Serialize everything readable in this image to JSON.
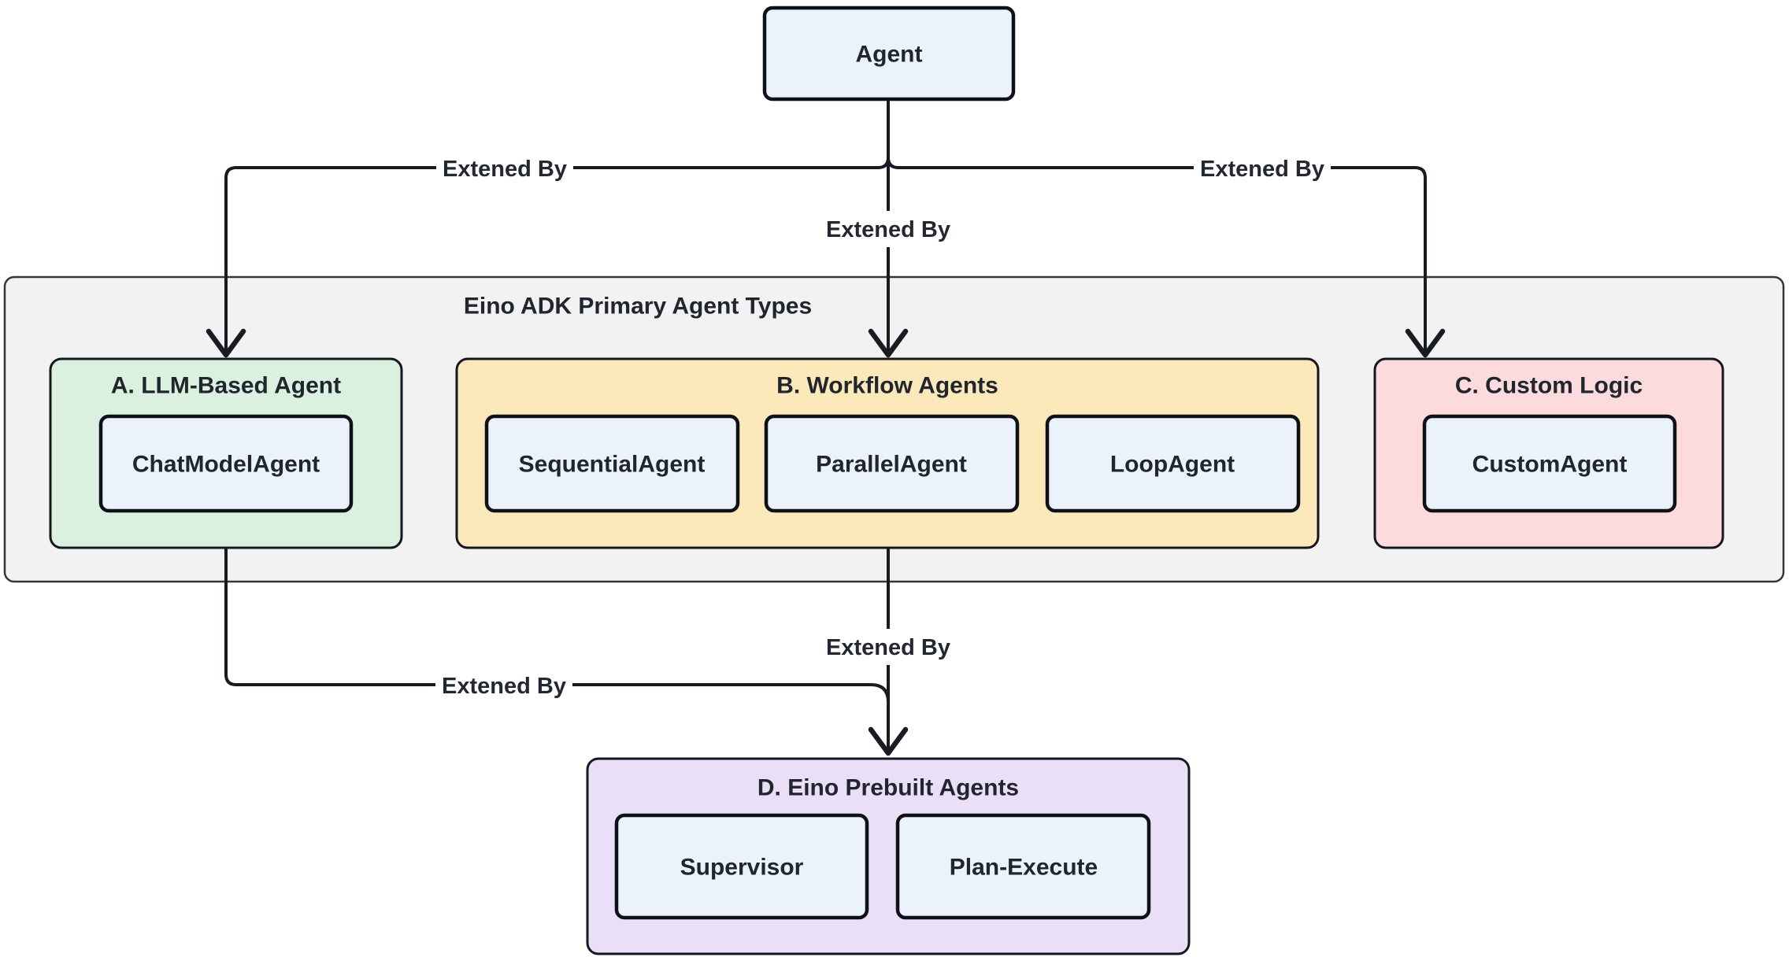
{
  "diagram": {
    "type": "flowchart",
    "nodes": {
      "agent": "Agent",
      "chatmodel": "ChatModelAgent",
      "sequential": "SequentialAgent",
      "parallel": "ParallelAgent",
      "loop": "LoopAgent",
      "custom": "CustomAgent",
      "supervisor": "Supervisor",
      "planexecute": "Plan-Execute"
    },
    "subgraphs": {
      "container": {
        "title": "Eino ADK Primary Agent Types",
        "fill": "#F2F2F2"
      },
      "a": {
        "title": "A. LLM-Based Agent",
        "fill": "#DBF1DF"
      },
      "b": {
        "title": "B. Workflow Agents",
        "fill": "#FBE9BA"
      },
      "c": {
        "title": "C. Custom Logic",
        "fill": "#FBDBDB"
      },
      "d": {
        "title": "D. Eino Prebuilt Agents",
        "fill": "#E9DFF7"
      }
    },
    "edges": [
      {
        "from": "Agent",
        "to": "A. LLM-Based Agent",
        "label": "Extened By"
      },
      {
        "from": "Agent",
        "to": "B. Workflow Agents",
        "label": "Extened By"
      },
      {
        "from": "Agent",
        "to": "C. Custom Logic",
        "label": "Extened By"
      },
      {
        "from": "A. LLM-Based Agent",
        "to": "D. Eino Prebuilt Agents",
        "label": "Extened By"
      },
      {
        "from": "B. Workflow Agents",
        "to": "D. Eino Prebuilt Agents",
        "label": "Extened By"
      }
    ],
    "colors": {
      "background": "#FFFFFF",
      "node_fill": "#ECF2FB",
      "node_border": "#0E1118",
      "edge": "#181B21",
      "text": "#20252E",
      "container_fill": "#F2F2F2"
    }
  }
}
